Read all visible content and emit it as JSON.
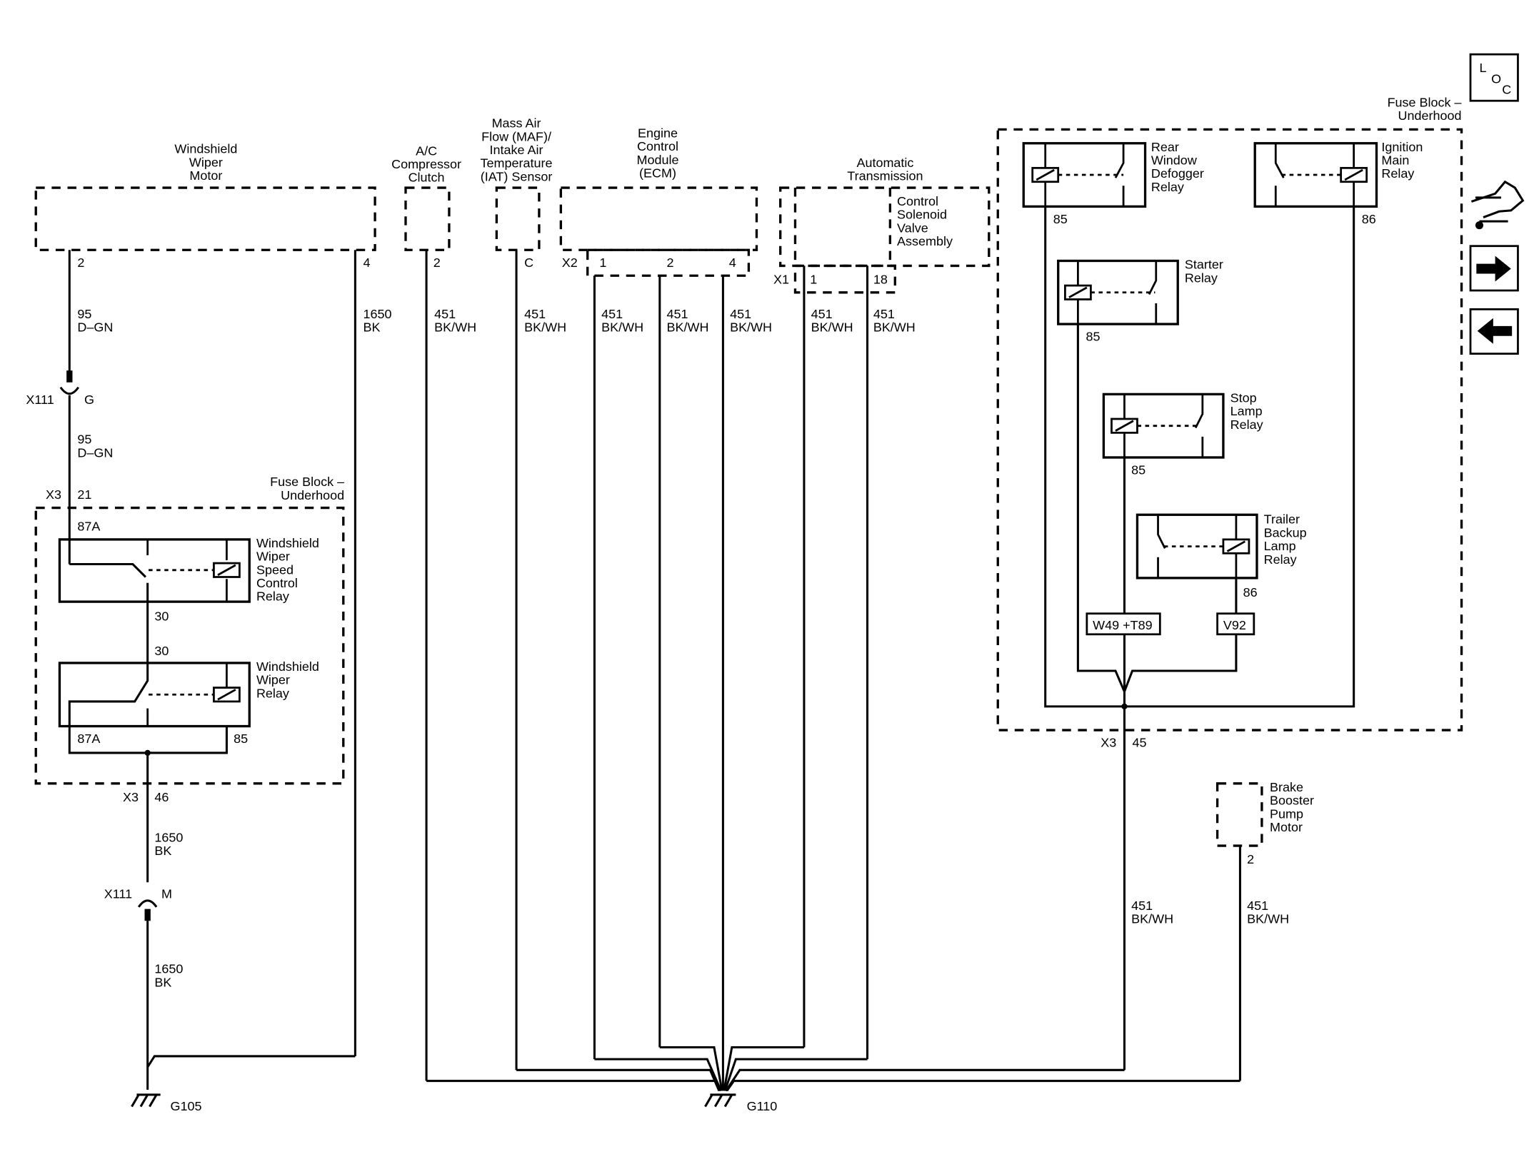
{
  "components": {
    "wiper_motor": "Windshield\nWiper\nMotor",
    "ac_clutch": "A/C\nCompressor\nClutch",
    "maf_sensor": "Mass Air\nFlow (MAF)/\nIntake Air\nTemperature\n(IAT) Sensor",
    "ecm": "Engine\nControl\nModule\n(ECM)",
    "auto_trans": "Automatic\nTransmission",
    "control_solenoid": "Control\nSolenoid\nValve\nAssembly",
    "fuse_block_right": "Fuse Block –\nUnderhood",
    "fuse_block_left": "Fuse Block –\nUnderhood",
    "rear_defog_relay": "Rear\nWindow\nDefogger\nRelay",
    "ignition_relay": "Ignition\nMain\nRelay",
    "starter_relay": "Starter\nRelay",
    "stop_lamp_relay": "Stop\nLamp\nRelay",
    "trailer_relay": "Trailer\nBackup\nLamp\nRelay",
    "wiper_speed_relay": "Windshield\nWiper\nSpeed\nControl\nRelay",
    "wiper_relay": "Windshield\nWiper\nRelay",
    "brake_booster": "Brake\nBooster\nPump\nMotor"
  },
  "wires": {
    "w95": "95\nD–GN",
    "w1650": "1650\nBK",
    "w451": "451\nBK/WH"
  },
  "pins": {
    "p2": "2",
    "p4": "4",
    "pC": "C",
    "p1": "1",
    "p18": "18",
    "p21": "21",
    "p30": "30",
    "p45": "45",
    "p46": "46",
    "p85": "85",
    "p86": "86",
    "p87a": "87A"
  },
  "connectors": {
    "x111": "X111",
    "x3": "X3",
    "x2": "X2",
    "x1": "X1",
    "g_pin": "G",
    "m_pin": "M"
  },
  "options": {
    "w49": "W49 +T89",
    "v92": "V92"
  },
  "grounds": {
    "g105": "G105",
    "g110": "G110"
  },
  "nav": {
    "loc_l": "L",
    "loc_o": "O",
    "loc_c": "C"
  }
}
